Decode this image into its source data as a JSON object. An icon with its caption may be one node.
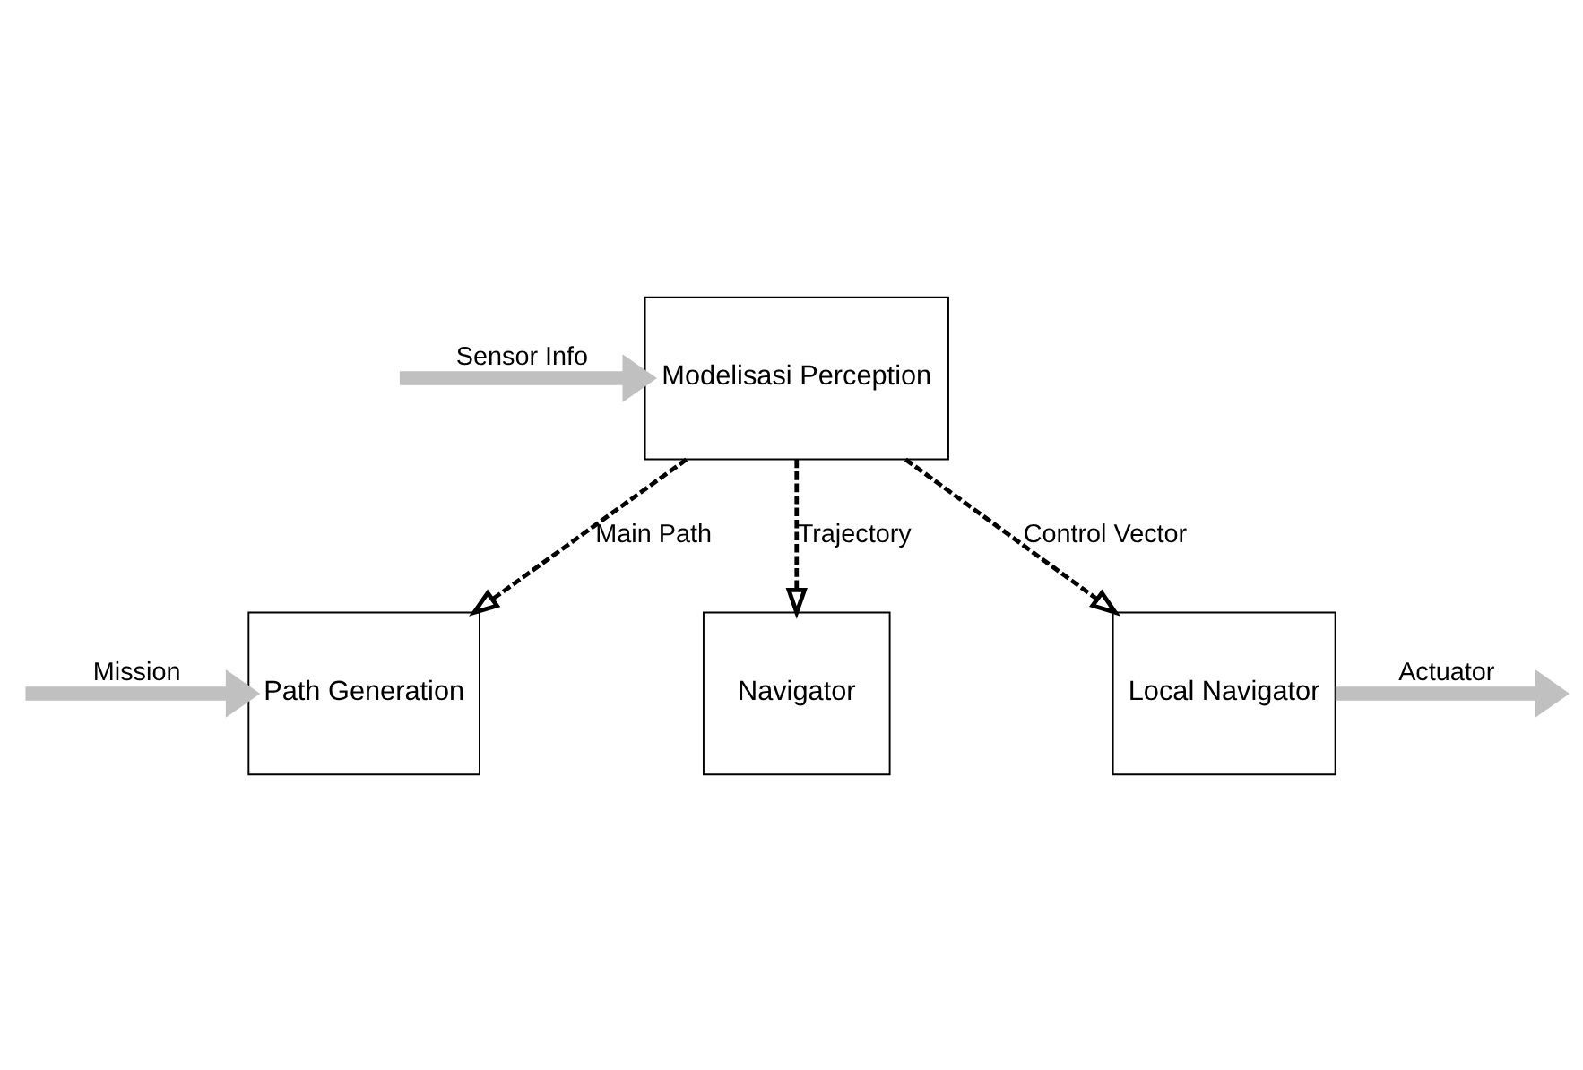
{
  "diagram": {
    "nodes": [
      {
        "text": [
          "Modelisasi Perception"
        ]
      },
      {
        "text": [
          "Path Generation"
        ]
      },
      {
        "text": [
          "Navigator"
        ]
      },
      {
        "text": [
          "Local Navigator"
        ]
      }
    ],
    "edges": [
      {
        "from": null,
        "to": 0,
        "arrow": "to",
        "label": "Sensor Info",
        "style": "thick",
        "color": "#c0c0c0"
      },
      {
        "from": 0,
        "to": 1,
        "arrow": "to",
        "label": "Main Path",
        "style": "dashed",
        "color": "#000000"
      },
      {
        "from": 0,
        "to": 2,
        "arrow": "to",
        "label": "Trajectory",
        "style": "dashed",
        "color": "#000000"
      },
      {
        "from": 0,
        "to": 3,
        "arrow": "to",
        "label": "Control Vector",
        "style": "dashed",
        "color": "#000000"
      },
      {
        "from": null,
        "to": 1,
        "arrow": "to",
        "label": "Mission",
        "style": "thick",
        "color": "#c0c0c0"
      },
      {
        "from": 3,
        "to": null,
        "arrow": "to",
        "label": "Actuator",
        "style": "thick",
        "color": "#c0c0c0"
      }
    ]
  }
}
